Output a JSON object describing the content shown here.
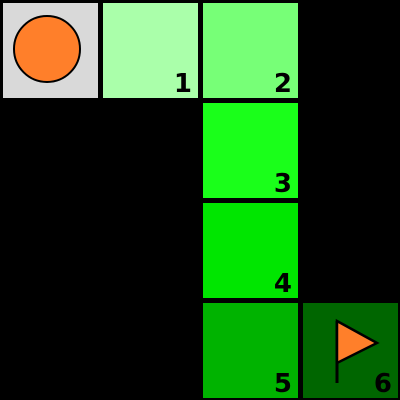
{
  "board": {
    "background": "#000000",
    "start_tile": {
      "color": "#d9d9d9",
      "piece_icon": "orange-circle-player",
      "piece_color": "#ff7f2a"
    },
    "path_tiles": [
      {
        "label": "1",
        "color": "#aaffaa"
      },
      {
        "label": "2",
        "color": "#77ff77"
      },
      {
        "label": "3",
        "color": "#1aff1a"
      },
      {
        "label": "4",
        "color": "#00e600"
      },
      {
        "label": "5",
        "color": "#00b300"
      },
      {
        "label": "6",
        "color": "#006600",
        "goal_icon": "orange-flag",
        "flag_color": "#ff7f2a"
      }
    ]
  }
}
